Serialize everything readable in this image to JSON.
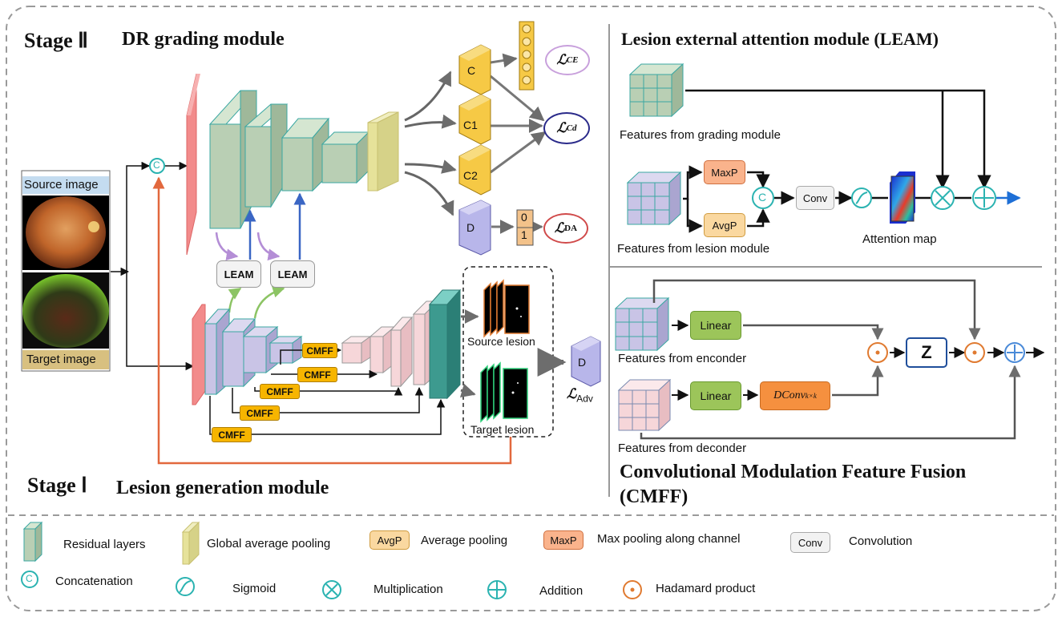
{
  "stage2": {
    "title": "Stage Ⅱ",
    "subtitle": "DR grading module"
  },
  "stage1": {
    "title": "Stage Ⅰ",
    "subtitle": "Lesion generation module"
  },
  "images": {
    "source": "Source image",
    "target": "Target image"
  },
  "blocks": {
    "leam": "LEAM",
    "cmff": "CMFF",
    "concat": "C"
  },
  "heads": {
    "c": "C",
    "c1": "C1",
    "c2": "C2",
    "d": "D",
    "d_adv": "D",
    "d_bits": [
      "0",
      "1"
    ]
  },
  "losses": {
    "ce": "ℒ",
    "ce_sub": "CE",
    "cd": "ℒ",
    "cd_sub": "Cd",
    "da": "ℒ",
    "da_sub": "DA",
    "adv": "ℒ",
    "adv_sub": "Adv"
  },
  "lesions": {
    "source": "Source lesion",
    "target": "Target lesion"
  },
  "leam": {
    "title": "Lesion external attention module (LEAM)",
    "grading_features": "Features from grading module",
    "lesion_features": "Features from lesion module",
    "maxp": "MaxP",
    "avgp": "AvgP",
    "conv": "Conv",
    "attention_map": "Attention map"
  },
  "cmff": {
    "title_line1": "Convolutional Modulation Feature Fusion",
    "title_line2": "(CMFF)",
    "encoder_features": "Features from enconder",
    "decoder_features": "Features from deconder",
    "linear": "Linear",
    "dconv": "DConv",
    "dconv_sub": "k×k",
    "z": "Z"
  },
  "legend": {
    "residual": "Residual layers",
    "gap": "Global average pooling",
    "avgp_tag": "AvgP",
    "avgp": "Average pooling",
    "maxp_tag": "MaxP",
    "maxp": "Max pooling along channel",
    "conv_tag": "Conv",
    "conv": "Convolution",
    "concat": "Concatenation",
    "sigmoid": "Sigmoid",
    "mult": "Multiplication",
    "add": "Addition",
    "hadamard": "Hadamard product"
  },
  "colors": {
    "residual": "#b9cfb4",
    "gap": "#e6e29a",
    "input_bar": "#f28b8b",
    "encoder": "#c9c4e6",
    "decoder": "#f6d6d9",
    "lesion_out": "#3d9a8f",
    "cmff": "#f7b500",
    "head": "#f6c945",
    "head_d": "#b8b6ea",
    "teal": "#2bb3b1",
    "dark_blue": "#1f3b8a",
    "orange": "#e2683d"
  }
}
